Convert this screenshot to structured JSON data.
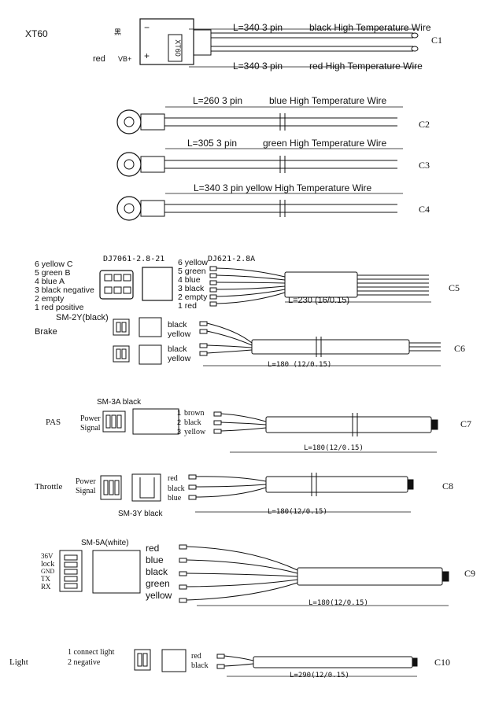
{
  "connectors": {
    "xt60": {
      "title": "XT60",
      "neg_glyph": "黑",
      "neg_sign": "−",
      "vb_label": "VB+",
      "pos_sign": "+",
      "red_label": "red",
      "plug_label": "XT60"
    },
    "c1": {
      "top_wire": "L=340 3  pin",
      "top_desc": "black High Temperature Wire",
      "bottom_wire": "L=340 3  pin",
      "bottom_desc": "red High Temperature Wire",
      "code": "C1"
    },
    "c2": {
      "wire": "L=260 3  pin",
      "desc": "blue High Temperature Wire",
      "code": "C2"
    },
    "c3": {
      "wire": "L=305 3  pin",
      "desc": "green High Temperature Wire",
      "code": "C3"
    },
    "c4": {
      "wire": "L=340 3 pin yellow High Temperature Wire",
      "code": "C4"
    },
    "c5": {
      "left_pins": [
        "6 yellow C",
        "5 green B",
        "4 blue A",
        "3 black negative",
        "2 empty",
        "1 red positive"
      ],
      "housing_label": "DJ7061-2.8-21",
      "terminal_label": "DJ621-2.8A",
      "right_pins": [
        "6 yellow",
        "5 green",
        "4 blue",
        "3 black",
        "2 empty",
        "1 red"
      ],
      "length": "L=230 (16/0.15)",
      "code": "C5"
    },
    "c6": {
      "connector": "SM-2Y(black)",
      "name": "Brake",
      "pins_a": [
        "black",
        "yellow"
      ],
      "pins_b": [
        "black",
        "yellow"
      ],
      "length": "L=180 (12/0.15)",
      "code": "C6"
    },
    "c7": {
      "name": "PAS",
      "connector": "SM-3A black",
      "power_label": "Power",
      "signal_label": "Signal",
      "pin_numbers": [
        "1",
        "2",
        "3"
      ],
      "pins": [
        "brown",
        "black",
        "yellow"
      ],
      "length": "L=180(12/0.15)",
      "code": "C7"
    },
    "c8": {
      "name": "Throttle",
      "power_label": "Power",
      "signal_label": "Signal",
      "connector": "SM-3Y black",
      "pins": [
        "red",
        "black",
        "blue"
      ],
      "length": "L=180(12/0.15)",
      "code": "C8"
    },
    "c9": {
      "connector": "SM-5A(white)",
      "side_labels": [
        "36V",
        "lock",
        "GND",
        "TX",
        "RX"
      ],
      "pins": [
        "red",
        "blue",
        "black",
        "green",
        "yellow"
      ],
      "length": "L=180(12/0.15)",
      "code": "C9"
    },
    "c10": {
      "name": "Light",
      "notes": [
        "1 connect light",
        "2 negative"
      ],
      "pins": [
        "red",
        "black"
      ],
      "length": "L=290(12/0.15)",
      "code": "C10"
    }
  }
}
